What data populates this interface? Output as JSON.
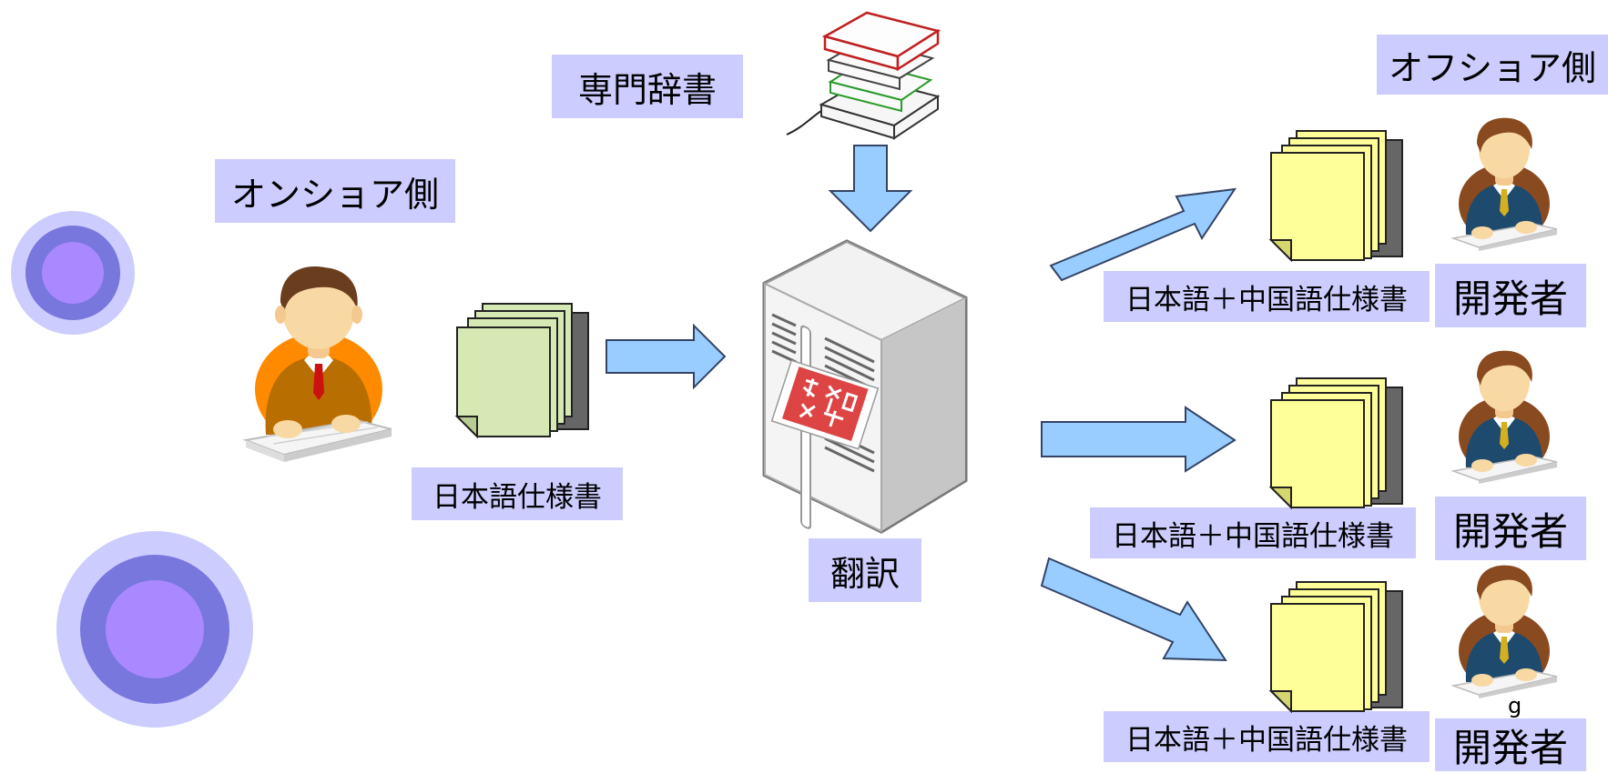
{
  "labels": {
    "dictionary": "専門辞書",
    "onshore": "オンショア側",
    "offshore": "オフショア側",
    "japanese_spec": "日本語仕様書",
    "translation": "翻訳",
    "bilingual_spec": "日本語＋中国語仕様書",
    "developer": "開発者",
    "stray_char": "g"
  },
  "icons": {
    "books": "books-icon",
    "server": "translation-server-icon",
    "onshore_person": "onshore-engineer-icon",
    "offshore_person": "offshore-developer-icon",
    "documents": "document-stack-icon",
    "arrows": "flow-arrow"
  },
  "colors": {
    "label_bg": "#ccccff",
    "arrow_fill": "#99ccff",
    "arrow_stroke": "#334466",
    "green_doc": "#d6e8b4",
    "yellow_doc": "#ffff99",
    "circle_outer": "#ccccff",
    "circle_mid": "#7777dd",
    "circle_inner": "#aa88ff"
  }
}
